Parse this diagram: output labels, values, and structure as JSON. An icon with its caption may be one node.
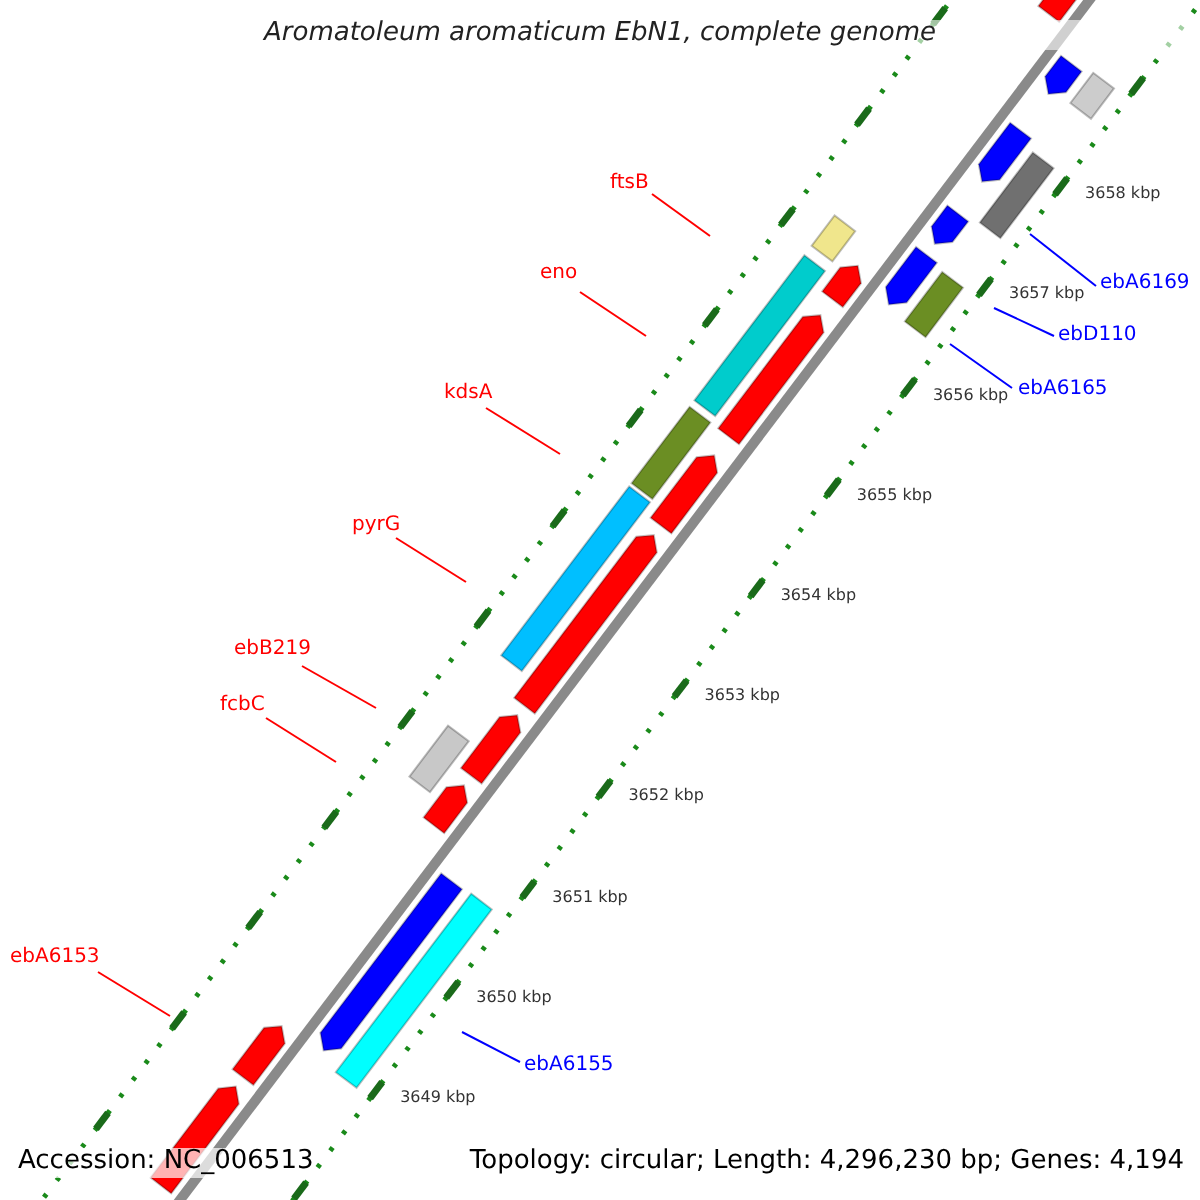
{
  "diagram": {
    "title": "Aromatoleum aromaticum EbN1, complete genome",
    "nodes": [
      {
        "text": [
          "ftsB"
        ]
      },
      {
        "text": [
          "eno"
        ]
      },
      {
        "text": [
          "kdsA"
        ]
      },
      {
        "text": [
          "pyrG"
        ]
      },
      {
        "text": [
          "ebB219"
        ]
      },
      {
        "text": [
          "fcbC"
        ]
      },
      {
        "text": [
          "ebA6153"
        ]
      },
      {
        "text": [
          "ebA6169"
        ]
      },
      {
        "text": [
          "ebD110"
        ]
      },
      {
        "text": [
          "ebA6165"
        ]
      },
      {
        "text": [
          "ebA6155"
        ]
      }
    ],
    "edges": [
      {
        "from": 0,
        "to": null,
        "arrow": "none"
      },
      {
        "from": 1,
        "to": null,
        "arrow": "none"
      },
      {
        "from": 2,
        "to": null,
        "arrow": "none"
      },
      {
        "from": 3,
        "to": null,
        "arrow": "none"
      },
      {
        "from": 4,
        "to": null,
        "arrow": "none"
      },
      {
        "from": 5,
        "to": null,
        "arrow": "none"
      },
      {
        "from": 6,
        "to": null,
        "arrow": "none"
      },
      {
        "from": 7,
        "to": null,
        "arrow": "none",
        "color": "#0000ff"
      },
      {
        "from": 8,
        "to": null,
        "arrow": "none",
        "color": "#0000ff"
      },
      {
        "from": 9,
        "to": null,
        "arrow": "none",
        "color": "#0000ff"
      },
      {
        "from": 10,
        "to": null,
        "arrow": "none",
        "color": "#0000ff"
      }
    ],
    "labels": [
      "3658 kbp",
      "3657 kbp",
      "3656 kbp",
      "3655 kbp",
      "3654 kbp",
      "3653 kbp",
      "3652 kbp",
      "3651 kbp",
      "3650 kbp",
      "3649 kbp",
      "Accession: NC_006513",
      "Topology: circular; Length: 4,296,230 bp; Genes: 4,194"
    ]
  }
}
